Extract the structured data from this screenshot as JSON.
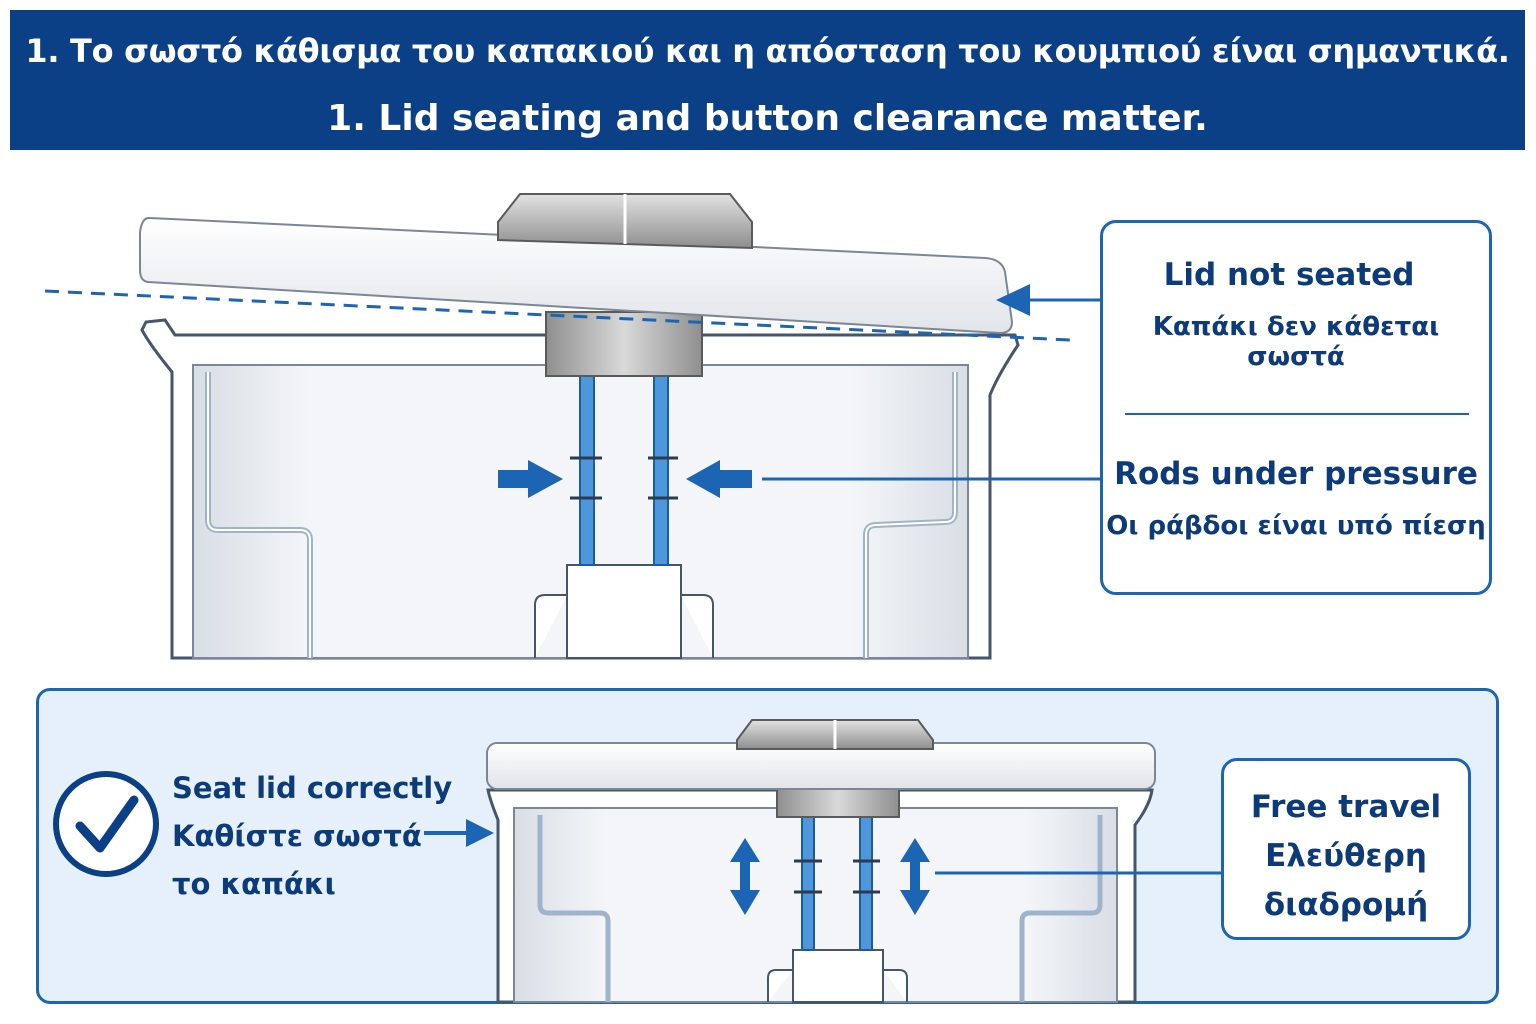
{
  "header": {
    "title_greek": "1. Το σωστό κάθισμα του καπακιού και η απόσταση του κουμπιού είναι σημαντικά.",
    "title_english": "1. Lid seating and button clearance matter."
  },
  "top_callout": {
    "lid_not_seated_en": "Lid not seated",
    "lid_not_seated_gr": "Καπάκι δεν κάθεται σωστά",
    "rods_pressure_en": "Rods under pressure",
    "rods_pressure_gr": "Οι ράβδοι είναι υπό πίεση"
  },
  "bottom_panel": {
    "instruction_line1": "Seat lid correctly",
    "instruction_line2": "Καθίστε σωστά",
    "instruction_line3": "το καπάκι",
    "free_travel_en": "Free travel",
    "free_travel_gr_line1": "Ελεύθερη",
    "free_travel_gr_line2": "διαδρομή"
  },
  "icons": [
    "checkmark-icon",
    "arrow-right-icon",
    "arrow-left-icon",
    "double-arrow-vertical-icon"
  ],
  "colors": {
    "header_bg": "#0b3f86",
    "accent_blue": "#1c64b4",
    "text_navy": "#0d3b7a",
    "panel_bg": "#e6f0fa"
  }
}
